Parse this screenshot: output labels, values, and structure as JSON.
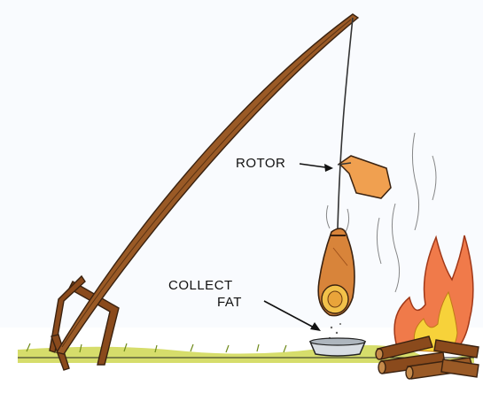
{
  "labels": {
    "rotor": "ROTOR",
    "collect_line1": "COLLECT",
    "collect_line2": "FAT"
  },
  "colors": {
    "background": "#ffffff",
    "sky_wash": "#eef3fb",
    "grass": "#c8d23a",
    "stick": "#8a4a1c",
    "flame_outer": "#f07a4a",
    "flame_inner": "#f7d23a",
    "meat": "#d8843a",
    "rotor": "#f0a050"
  },
  "icons": [
    "wooden-pole-icon",
    "rotor-vane-icon",
    "meat-icon",
    "fire-icon",
    "fat-tray-icon",
    "logs-icon"
  ]
}
